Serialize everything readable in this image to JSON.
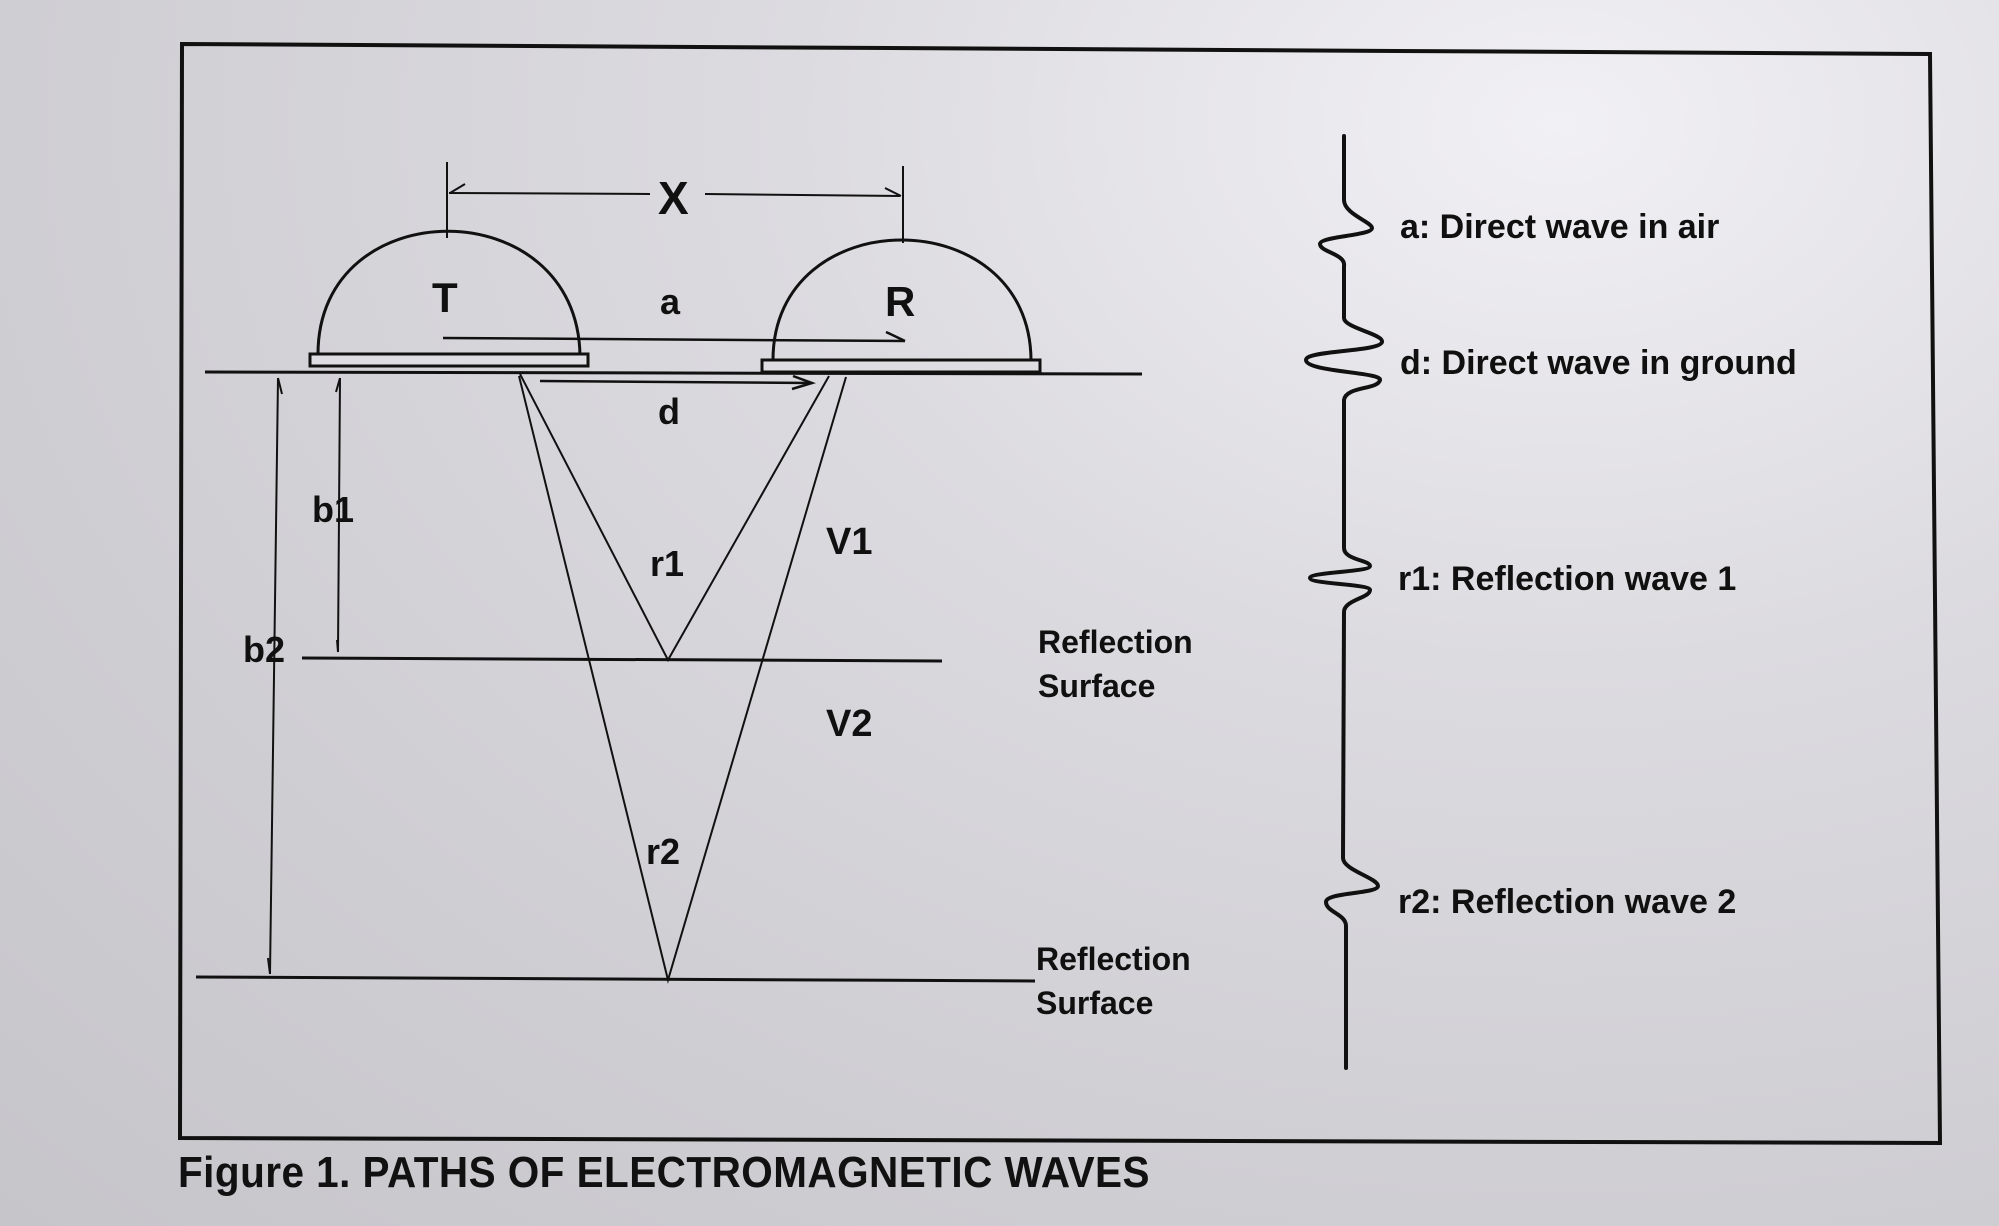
{
  "figure": {
    "caption": "Figure 1. PATHS OF ELECTROMAGNETIC WAVES",
    "antenna_transmitter": "T",
    "antenna_receiver": "R",
    "separation_label": "X",
    "path_air": "a",
    "path_ground": "d",
    "depth_1": "b1",
    "depth_2": "b2",
    "ray_1": "r1",
    "ray_2": "r2",
    "velocity_1": "V1",
    "velocity_2": "V2",
    "reflection_surface_1": [
      "Reflection",
      "Surface"
    ],
    "reflection_surface_2": [
      "Reflection",
      "Surface"
    ]
  },
  "trace_legend": [
    {
      "label": "a: Direct wave in air"
    },
    {
      "label": "d: Direct wave in ground"
    },
    {
      "label": "r1: Reflection wave 1"
    },
    {
      "label": "r2: Reflection wave 2"
    }
  ]
}
